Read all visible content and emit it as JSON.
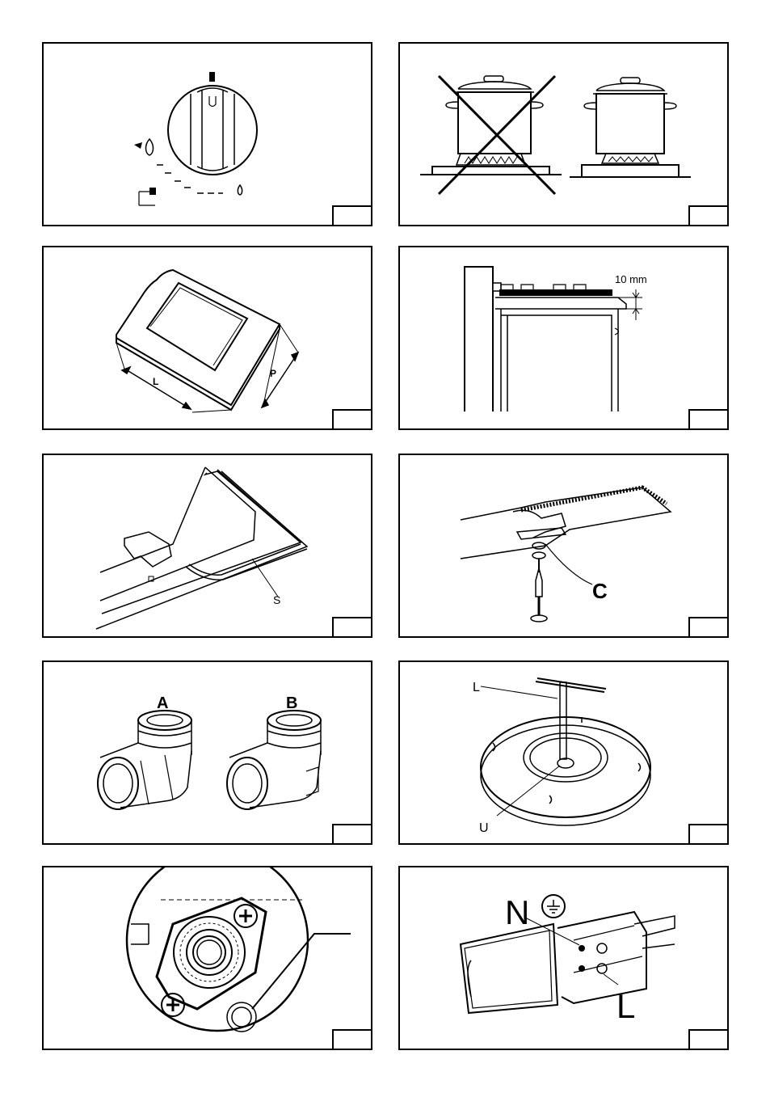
{
  "panels": {
    "fig4": {
      "dim_label": "10 mm"
    },
    "fig3": {
      "label_l": "L",
      "label_p": "P"
    },
    "fig5": {
      "label_s": "S"
    },
    "fig6": {
      "label_c": "C"
    },
    "fig7": {
      "label_a": "A",
      "label_b": "B"
    },
    "fig8": {
      "label_l": "L",
      "label_u": "U"
    },
    "fig10": {
      "label_n": "N",
      "label_l": "L"
    }
  }
}
